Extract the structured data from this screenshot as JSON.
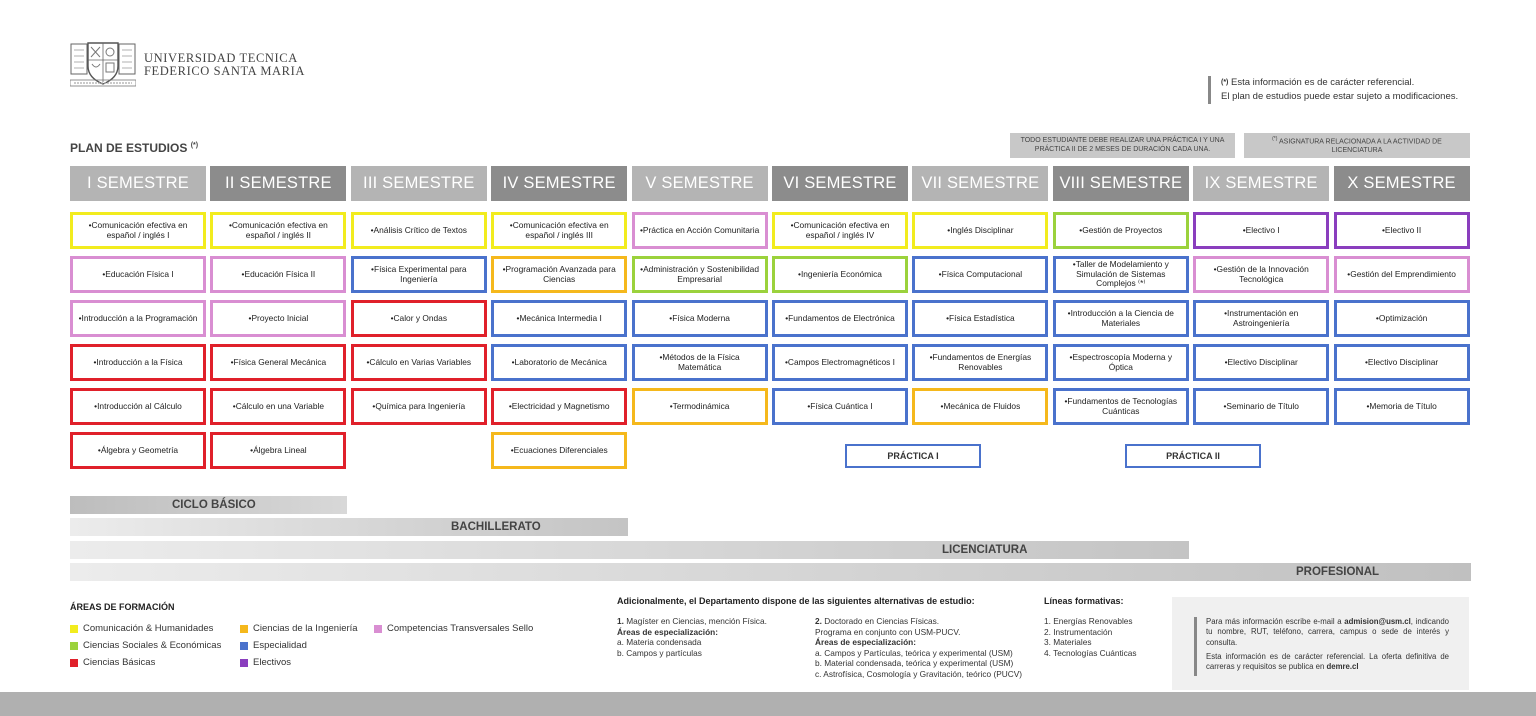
{
  "header": {
    "university_line1": "UNIVERSIDAD TECNICA",
    "university_line2": "FEDERICO SANTA MARIA",
    "note_marker": "(*)",
    "note_line1": "Esta información es de carácter referencial.",
    "note_line2": "El plan de estudios puede estar sujeto a modificaciones."
  },
  "plan": {
    "title": "PLAN DE ESTUDIOS",
    "title_marker": "(*)",
    "practice_note": "TODO ESTUDIANTE DEBE REALIZAR UNA PRÁCTICA I Y UNA PRÁCTICA II DE 2 MESES DE DURACIÓN CADA UNA.",
    "licenciatura_note_marker": "(*)",
    "licenciatura_note": "ASIGNATURA RELACIONADA A LA ACTIVIDAD DE LICENCIATURA"
  },
  "colors": {
    "yellow": "#f2ec1e",
    "orange": "#f5b81c",
    "green": "#9bd23c",
    "blue": "#4a72cc",
    "red": "#e0202a",
    "purple": "#8a3ebe",
    "pink": "#d98ed2",
    "header_light": "#b4b4b4",
    "header_dark": "#8c8c8c"
  },
  "semesters": [
    {
      "label": "I SEMESTRE",
      "courses": [
        {
          "name": "•Comunicación efectiva en español / inglés I",
          "area": "yellow"
        },
        {
          "name": "•Educación Física I",
          "area": "pink"
        },
        {
          "name": "•Introducción a la Programación",
          "area": "pink"
        },
        {
          "name": "•Introducción a la Física",
          "area": "red"
        },
        {
          "name": "•Introducción al Cálculo",
          "area": "red"
        },
        {
          "name": "•Álgebra y Geometría",
          "area": "red"
        }
      ]
    },
    {
      "label": "II SEMESTRE",
      "courses": [
        {
          "name": "•Comunicación efectiva en español / inglés II",
          "area": "yellow"
        },
        {
          "name": "•Educación Física II",
          "area": "pink"
        },
        {
          "name": "•Proyecto Inicial",
          "area": "pink"
        },
        {
          "name": "•Física General Mecánica",
          "area": "red"
        },
        {
          "name": "•Cálculo en una Variable",
          "area": "red"
        },
        {
          "name": "•Álgebra Lineal",
          "area": "red"
        }
      ]
    },
    {
      "label": "III SEMESTRE",
      "courses": [
        {
          "name": "•Análisis Crítico de Textos",
          "area": "yellow"
        },
        {
          "name": "•Física Experimental para Ingeniería",
          "area": "blue"
        },
        {
          "name": "•Calor y Ondas",
          "area": "red"
        },
        {
          "name": "•Cálculo en Varias Variables",
          "area": "red"
        },
        {
          "name": "•Química para Ingeniería",
          "area": "red"
        }
      ]
    },
    {
      "label": "IV SEMESTRE",
      "courses": [
        {
          "name": "•Comunicación efectiva en español / inglés III",
          "area": "yellow"
        },
        {
          "name": "•Programación Avanzada para Ciencias",
          "area": "orange"
        },
        {
          "name": "•Mecánica Intermedia I",
          "area": "blue"
        },
        {
          "name": "•Laboratorio de Mecánica",
          "area": "blue"
        },
        {
          "name": "•Electricidad y Magnetismo",
          "area": "red"
        },
        {
          "name": "•Ecuaciones Diferenciales",
          "area": "orange"
        }
      ]
    },
    {
      "label": "V SEMESTRE",
      "courses": [
        {
          "name": "•Práctica en Acción Comunitaria",
          "area": "pink"
        },
        {
          "name": "•Administración y Sostenibilidad Empresarial",
          "area": "green"
        },
        {
          "name": "•Física Moderna",
          "area": "blue"
        },
        {
          "name": "•Métodos de la Física Matemática",
          "area": "blue"
        },
        {
          "name": "•Termodinámica",
          "area": "orange"
        }
      ]
    },
    {
      "label": "VI SEMESTRE",
      "courses": [
        {
          "name": "•Comunicación efectiva en español / inglés IV",
          "area": "yellow"
        },
        {
          "name": "•Ingeniería Económica",
          "area": "green"
        },
        {
          "name": "•Fundamentos de Electrónica",
          "area": "blue"
        },
        {
          "name": "•Campos Electromagnéticos I",
          "area": "blue"
        },
        {
          "name": "•Física Cuántica I",
          "area": "blue"
        }
      ]
    },
    {
      "label": "VII SEMESTRE",
      "courses": [
        {
          "name": "•Inglés Disciplinar",
          "area": "yellow"
        },
        {
          "name": "•Física Computacional",
          "area": "blue"
        },
        {
          "name": "•Física Estadística",
          "area": "blue"
        },
        {
          "name": "•Fundamentos de Energías Renovables",
          "area": "blue"
        },
        {
          "name": "•Mecánica de Fluidos",
          "area": "orange"
        }
      ]
    },
    {
      "label": "VIII SEMESTRE",
      "courses": [
        {
          "name": "•Gestión de Proyectos",
          "area": "green"
        },
        {
          "name": "•Taller de Modelamiento y Simulación de Sistemas Complejos ⁽*⁾",
          "area": "blue"
        },
        {
          "name": "•Introducción a la Ciencia de Materiales",
          "area": "blue"
        },
        {
          "name": "•Espectroscopía Moderna y Óptica",
          "area": "blue"
        },
        {
          "name": "•Fundamentos de Tecnologías Cuánticas",
          "area": "blue"
        }
      ]
    },
    {
      "label": "IX SEMESTRE",
      "courses": [
        {
          "name": "•Electivo I",
          "area": "purple"
        },
        {
          "name": "•Gestión de la Innovación Tecnológica",
          "area": "pink"
        },
        {
          "name": "•Instrumentación en Astroingeniería",
          "area": "blue"
        },
        {
          "name": "•Electivo Disciplinar",
          "area": "blue"
        },
        {
          "name": "•Seminario de Título",
          "area": "blue"
        }
      ]
    },
    {
      "label": "X SEMESTRE",
      "courses": [
        {
          "name": "•Electivo II",
          "area": "purple"
        },
        {
          "name": "•Gestión del Emprendimiento",
          "area": "pink"
        },
        {
          "name": "•Optimización",
          "area": "blue"
        },
        {
          "name": "•Electivo Disciplinar",
          "area": "blue"
        },
        {
          "name": "•Memoria de Título",
          "area": "blue"
        }
      ]
    }
  ],
  "practicas": [
    "PRÁCTICA I",
    "PRÁCTICA II"
  ],
  "cycles": [
    "CICLO BÁSICO",
    "BACHILLERATO",
    "LICENCIATURA",
    "PROFESIONAL"
  ],
  "areas": {
    "title": "ÁREAS DE FORMACIÓN",
    "items": [
      {
        "label": "Comunicación & Humanidades",
        "area": "yellow"
      },
      {
        "label": "Ciencias Sociales & Económicas",
        "area": "green"
      },
      {
        "label": "Ciencias Básicas",
        "area": "red"
      },
      {
        "label": "Ciencias de la Ingeniería",
        "area": "orange"
      },
      {
        "label": "Especialidad",
        "area": "blue"
      },
      {
        "label": "Electivos",
        "area": "purple"
      },
      {
        "label": "Competencias Transversales Sello",
        "area": "pink"
      }
    ]
  },
  "adicional": {
    "title": "Adicionalmente, el Departamento dispone de las siguientes alternativas de estudio:",
    "col1": {
      "num": "1.",
      "line1": "Magíster en Ciencias, mención Física.",
      "spec_title": "Áreas de especialización:",
      "items": [
        "a. Materia condensada",
        "b. Campos y partículas"
      ]
    },
    "col2": {
      "num": "2.",
      "line1": "Doctorado en Ciencias Físicas.",
      "line2": "Programa en conjunto con USM-PUCV.",
      "spec_title": "Áreas de especialización:",
      "items": [
        "a. Campos y Partículas, teórica y experimental (USM)",
        "b. Material condensada, teórica y experimental (USM)",
        "c. Astrofísica, Cosmología y Gravitación, teórico (PUCV)"
      ]
    }
  },
  "lineas": {
    "title": "Líneas formativas:",
    "items": [
      "1.  Energías Renovables",
      "2.  Instrumentación",
      "3.  Materiales",
      "4.  Tecnologías Cuánticas"
    ]
  },
  "info": {
    "p1_pre": "Para más información escribe e-mail a ",
    "p1_email": "admision@usm.cl",
    "p1_post": ", indicando tu nombre, RUT, teléfono, carrera, campus o sede de interés y consulta.",
    "p2_pre": "Esta información es de carácter referencial. La oferta definitiva de carreras y requisitos se publica en ",
    "p2_site": "demre.cl"
  }
}
